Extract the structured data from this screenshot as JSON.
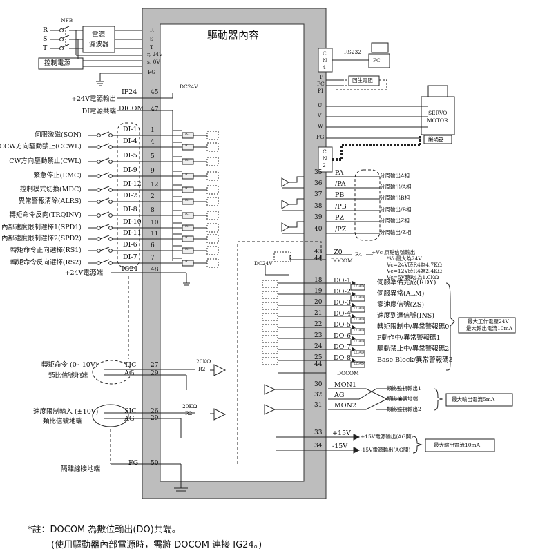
{
  "driver": {
    "title": "驅動器內容"
  },
  "power": {
    "nfb": "NFB",
    "phases": [
      "R",
      "S",
      "T"
    ],
    "filter_label_1": "電源",
    "filter_label_2": "濾波器",
    "control_power": "控制電源",
    "terminals": [
      "R",
      "S",
      "T",
      "r, 24V",
      "s, 0V",
      "FG"
    ]
  },
  "dc24v": "DC24V",
  "ip24": {
    "label": "+24V電源輸出",
    "name": "IP24",
    "pin": "45"
  },
  "dicom": {
    "label": "DI電源共端",
    "name": "DICOM",
    "pin": "47"
  },
  "digital_inputs": [
    {
      "label": "伺服激磁(SON)",
      "name": "DI-1",
      "pin": "1"
    },
    {
      "label": "CCW方向驅動禁止(CCWL)",
      "name": "DI-4",
      "pin": "4"
    },
    {
      "label": "CW方向驅動禁止(CWL)",
      "name": "DI-5",
      "pin": "5"
    },
    {
      "label": "緊急停止(EMC)",
      "name": "DI-9",
      "pin": "9"
    },
    {
      "label": "控制模式切換(MDC)",
      "name": "DI-12",
      "pin": "12"
    },
    {
      "label": "異常警報清除(ALRS)",
      "name": "DI-2",
      "pin": "2"
    },
    {
      "label": "轉矩命令反向(TRQINV)",
      "name": "DI-8",
      "pin": "8"
    },
    {
      "label": "內部速度限制選擇1(SPD1)",
      "name": "DI-10",
      "pin": "10"
    },
    {
      "label": "內部速度限制選擇2(SPD2)",
      "name": "DI-11",
      "pin": "11"
    },
    {
      "label": "轉矩命令正向選擇(RS1)",
      "name": "DI-6",
      "pin": "6"
    },
    {
      "label": "轉矩命令反向選擇(RS2)",
      "name": "DI-7",
      "pin": "7"
    }
  ],
  "ig24": {
    "label": "+24V電源端",
    "name": "IG24",
    "pin": "48"
  },
  "resistor_text": "R1",
  "analog_torque": {
    "label1": "轉矩命令 (0~10V)",
    "label2": "類比信號地端",
    "names": [
      "TIC",
      "AG"
    ],
    "pins": [
      "27",
      "29"
    ],
    "resistor": "20KΩ",
    "rname": "R2"
  },
  "analog_speed": {
    "label1": "速度限制輸入 (±10V)",
    "label2": "類比信號地端",
    "names": [
      "SIC",
      "AG"
    ],
    "pins": [
      "26",
      "29"
    ],
    "resistor": "20KΩ",
    "rname": "R2"
  },
  "shield": {
    "label": "隔離線接地端",
    "name": "FG",
    "pin": "50"
  },
  "cn4": {
    "chars": [
      "C",
      "N",
      "4"
    ],
    "rs232": "RS232",
    "pc": "PC"
  },
  "regen": {
    "terminals": [
      "P",
      "PC",
      "PI"
    ],
    "label": "回生電阻"
  },
  "motor": {
    "terminals": [
      "U",
      "V",
      "W",
      "FG"
    ],
    "label1": "SERVO",
    "label2": "MOTOR",
    "encoder": "編碼器"
  },
  "cn2": {
    "chars": [
      "C",
      "N",
      "2"
    ]
  },
  "pulse_outputs": [
    {
      "pin": "35",
      "name": "PA",
      "label": "分周輸出A相"
    },
    {
      "pin": "36",
      "name": "/PA",
      "label": "分周輸出/A相"
    },
    {
      "pin": "37",
      "name": "PB",
      "label": "分周輸出B相"
    },
    {
      "pin": "38",
      "name": "/PB",
      "label": "分周輸出/B相"
    },
    {
      "pin": "39",
      "name": "PZ",
      "label": "分周輸出Z相"
    },
    {
      "pin": "40",
      "name": "/PZ",
      "label": "分周輸出/Z相"
    }
  ],
  "z0": {
    "pin": "43",
    "name": "Z0",
    "label": "+Vc 原點信號輸出"
  },
  "docom1": {
    "pin": "44",
    "name": "DOCOM"
  },
  "vc_notes": [
    "*Vc最大為24V",
    "Vc=24V時R4為4.7KΩ",
    "Vc=12V時R4為2.4KΩ",
    "Vc=5V時R4為1.0KΩ"
  ],
  "r4": "R4",
  "led_text": "LOAD",
  "digital_outputs": [
    {
      "pin": "18",
      "name": "DO-1",
      "label": "伺服準備完成(RDY)"
    },
    {
      "pin": "19",
      "name": "DO-2",
      "label": "伺服異常(ALM)"
    },
    {
      "pin": "20",
      "name": "DO-3",
      "label": "零速度信號(ZS)"
    },
    {
      "pin": "21",
      "name": "DO-4",
      "label": "速度到達信號(INS)"
    },
    {
      "pin": "22",
      "name": "DO-5",
      "label": "轉矩限制中/異常警報碼0"
    },
    {
      "pin": "23",
      "name": "DO-6",
      "label": "P動作中/異常警報碼1"
    },
    {
      "pin": "24",
      "name": "DO-7",
      "label": "驅動禁止中/異常警報碼2"
    },
    {
      "pin": "25",
      "name": "DO-8",
      "label": "Base Block/異常警報碼3"
    }
  ],
  "docom2": {
    "pin": "44",
    "name": "DOCOM"
  },
  "do_note": [
    "最大工作電壓24V",
    "最大輸出電流10mA"
  ],
  "monitor": {
    "rows": [
      {
        "pin": "30",
        "name": "MON1",
        "label": "類比監視輸出1"
      },
      {
        "pin": "32",
        "name": "AG",
        "label": "類比信號地端"
      },
      {
        "pin": "31",
        "name": "MON2",
        "label": "類比監視輸出2"
      }
    ],
    "note": "最大輸出電流5mA"
  },
  "supply": {
    "rows": [
      {
        "pin": "33",
        "name": "+15V",
        "label": "+15V電源輸出(AG間)"
      },
      {
        "pin": "34",
        "name": "-15V",
        "label": "-15V電源輸出(AG間)"
      }
    ],
    "note": "最大輸出電流10mA"
  },
  "footnote": {
    "line1": "*註：DOCOM 為數位輸出(DO)共端。",
    "line2": "(使用驅動器內部電源時，需將 DOCOM 連接 IG24。)"
  }
}
